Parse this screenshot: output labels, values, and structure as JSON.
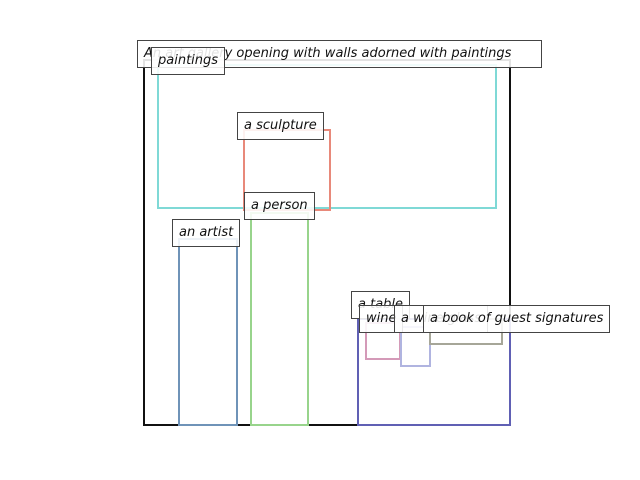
{
  "diagram": {
    "caption": "An art gallery opening with walls adorned with paintings",
    "regions": [
      {
        "id": "paintings",
        "label": "paintings",
        "color": "#7fd9d6"
      },
      {
        "id": "sculpture",
        "label": "a sculpture",
        "color": "#e8897a"
      },
      {
        "id": "person",
        "label": "a person",
        "color": "#98d48c"
      },
      {
        "id": "artist",
        "label": "an artist",
        "color": "#6f93b8"
      },
      {
        "id": "table",
        "label": "a table",
        "color": "#6060b4"
      },
      {
        "id": "wine1",
        "label": "wine",
        "color": "#d49ab8"
      },
      {
        "id": "wine2",
        "label": "a wine glass",
        "color": "#b0b4e0"
      },
      {
        "id": "book",
        "label": "a book of guest signatures",
        "color": "#a6a698"
      }
    ]
  }
}
